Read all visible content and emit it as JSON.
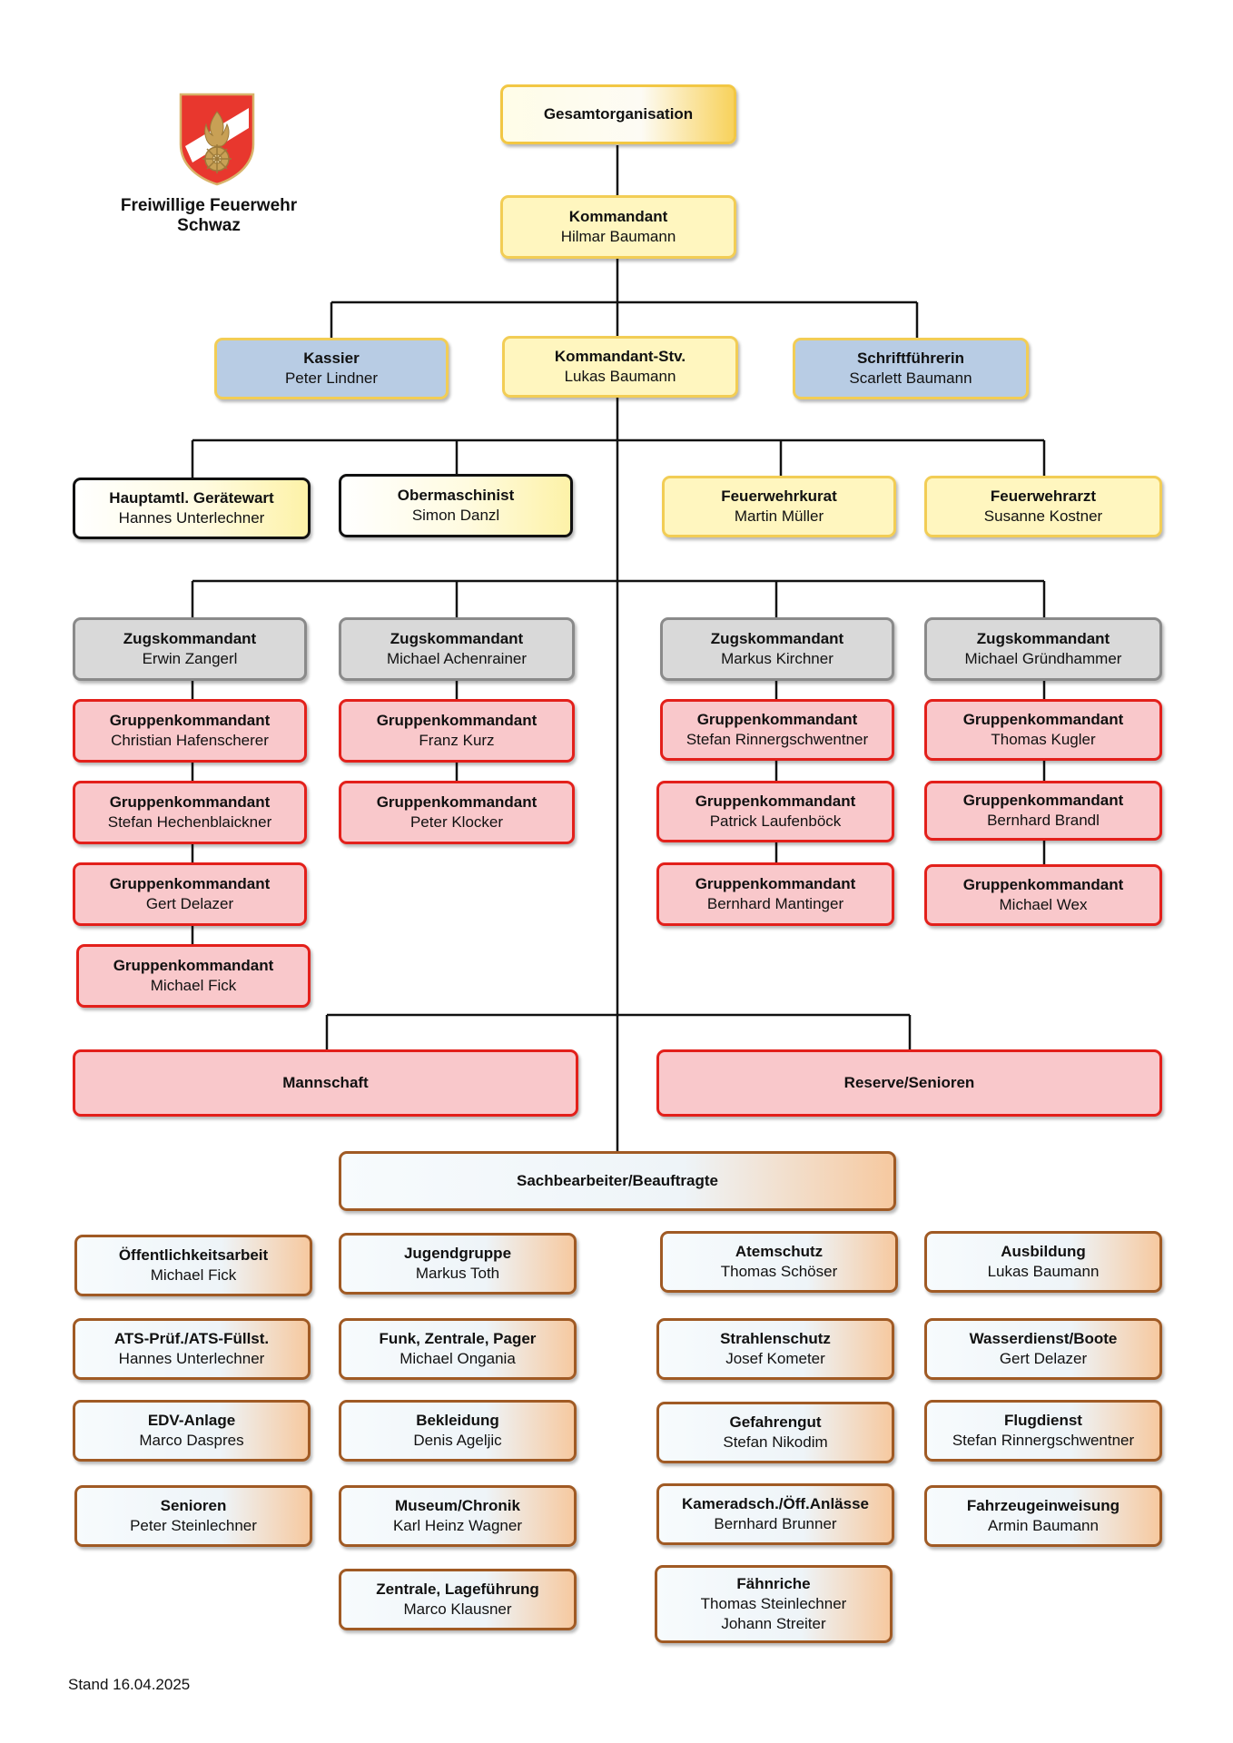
{
  "organization": {
    "name_line1": "Freiwillige Feuerwehr",
    "name_line2": "Schwaz"
  },
  "footer": {
    "stand": "Stand  16.04.2025"
  },
  "nodes": {
    "gesamt": {
      "title": "Gesamtorganisation",
      "name": ""
    },
    "kommandant": {
      "title": "Kommandant",
      "name": "Hilmar Baumann"
    },
    "kassier": {
      "title": "Kassier",
      "name": "Peter Lindner"
    },
    "stv": {
      "title": "Kommandant-Stv.",
      "name": "Lukas Baumann"
    },
    "schrift": {
      "title": "Schriftführerin",
      "name": "Scarlett Baumann"
    },
    "geraetewart": {
      "title": "Hauptamtl. Gerätewart",
      "name": "Hannes Unterlechner"
    },
    "obermasch": {
      "title": "Obermaschinist",
      "name": "Simon Danzl"
    },
    "kurat": {
      "title": "Feuerwehrkurat",
      "name": "Martin Müller"
    },
    "arzt": {
      "title": "Feuerwehrarzt",
      "name": "Susanne Kostner"
    },
    "zug1": {
      "title": "Zugskommandant",
      "name": "Erwin Zangerl"
    },
    "zug2": {
      "title": "Zugskommandant",
      "name": "Michael Achenrainer"
    },
    "zug3": {
      "title": "Zugskommandant",
      "name": "Markus Kirchner"
    },
    "zug4": {
      "title": "Zugskommandant",
      "name": "Michael Gründhammer"
    },
    "g1a": {
      "title": "Gruppenkommandant",
      "name": "Christian Hafenscherer"
    },
    "g1b": {
      "title": "Gruppenkommandant",
      "name": "Stefan Hechenblaickner"
    },
    "g1c": {
      "title": "Gruppenkommandant",
      "name": "Gert Delazer"
    },
    "g1d": {
      "title": "Gruppenkommandant",
      "name": "Michael Fick"
    },
    "g2a": {
      "title": "Gruppenkommandant",
      "name": "Franz Kurz"
    },
    "g2b": {
      "title": "Gruppenkommandant",
      "name": "Peter Klocker"
    },
    "g3a": {
      "title": "Gruppenkommandant",
      "name": "Stefan Rinnergschwentner"
    },
    "g3b": {
      "title": "Gruppenkommandant",
      "name": "Patrick Laufenböck"
    },
    "g3c": {
      "title": "Gruppenkommandant",
      "name": "Bernhard Mantinger"
    },
    "g4a": {
      "title": "Gruppenkommandant",
      "name": "Thomas Kugler"
    },
    "g4b": {
      "title": "Gruppenkommandant",
      "name": "Bernhard Brandl"
    },
    "g4c": {
      "title": "Gruppenkommandant",
      "name": "Michael Wex"
    },
    "mannschaft": {
      "title": "Mannschaft",
      "name": ""
    },
    "reserve": {
      "title": "Reserve/Senioren",
      "name": ""
    },
    "sachbearb": {
      "title": "Sachbearbeiter/Beauftragte",
      "name": ""
    },
    "oeff": {
      "title": "Öffentlichkeitsarbeit",
      "name": "Michael Fick"
    },
    "ats": {
      "title": "ATS-Prüf./ATS-Füllst.",
      "name": "Hannes Unterlechner"
    },
    "edv": {
      "title": "EDV-Anlage",
      "name": "Marco Daspres"
    },
    "senioren": {
      "title": "Senioren",
      "name": "Peter Steinlechner"
    },
    "jugend": {
      "title": "Jugendgruppe",
      "name": "Markus Toth"
    },
    "funk": {
      "title": "Funk, Zentrale, Pager",
      "name": "Michael Ongania"
    },
    "bekleidung": {
      "title": "Bekleidung",
      "name": "Denis Ageljic"
    },
    "museum": {
      "title": "Museum/Chronik",
      "name": "Karl Heinz Wagner"
    },
    "zentrale": {
      "title": "Zentrale, Lageführung",
      "name": "Marco Klausner"
    },
    "atemschutz": {
      "title": "Atemschutz",
      "name": "Thomas Schöser"
    },
    "strahlen": {
      "title": "Strahlenschutz",
      "name": "Josef Kometer"
    },
    "gefahr": {
      "title": "Gefahrengut",
      "name": "Stefan Nikodim"
    },
    "kamerad": {
      "title": "Kameradsch./Öff.Anlässe",
      "name": "Bernhard Brunner"
    },
    "faehnrich": {
      "title": "Fähnriche",
      "name": "Thomas Steinlechner",
      "name2": "Johann Streiter"
    },
    "ausbildung": {
      "title": "Ausbildung",
      "name": "Lukas Baumann"
    },
    "wasser": {
      "title": "Wasserdienst/Boote",
      "name": "Gert Delazer"
    },
    "flug": {
      "title": "Flugdienst",
      "name": "Stefan Rinnergschwentner"
    },
    "fahrzeug": {
      "title": "Fahrzeugeinweisung",
      "name": "Armin Baumann"
    }
  },
  "colors": {
    "top_border": "#f2c744",
    "yellow_fill": "#fff6bf",
    "blue_fill": "#b8cce4",
    "gray_fill": "#d9d9d9",
    "red_border": "#e3201b",
    "red_fill": "#f9c8cb",
    "orange_border": "#a05a24",
    "logo_red": "#e8372e",
    "logo_gold": "#c8a055"
  }
}
